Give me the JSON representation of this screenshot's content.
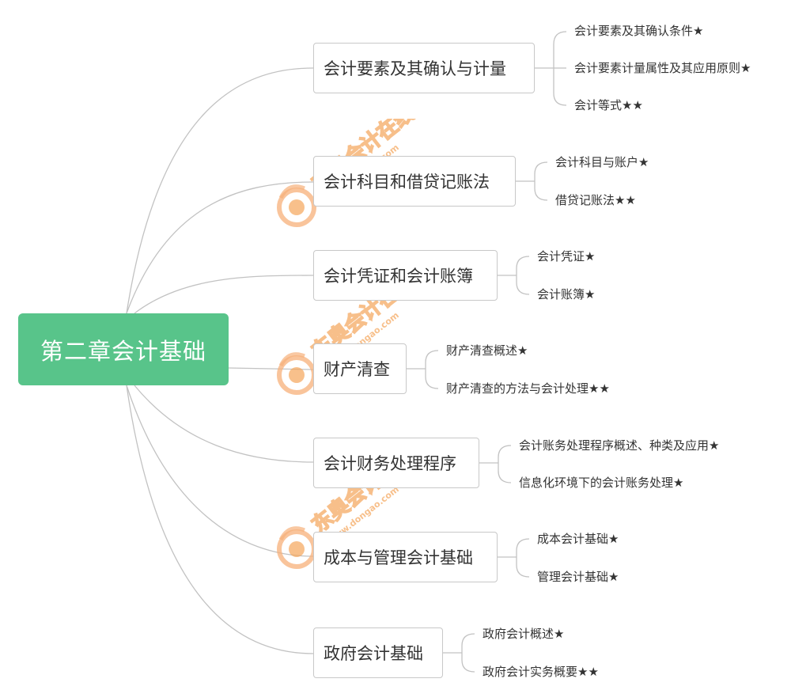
{
  "root": {
    "label": "第二章会计基础"
  },
  "topics": [
    {
      "label": "会计要素及其确认与计量",
      "subs": [
        "会计要素及其确认条件★",
        "会计要素计量属性及其应用原则★",
        "会计等式★★"
      ]
    },
    {
      "label": "会计科目和借贷记账法",
      "subs": [
        "会计科目与账户★",
        "借贷记账法★★"
      ]
    },
    {
      "label": "会计凭证和会计账簿",
      "subs": [
        "会计凭证★",
        "会计账簿★"
      ]
    },
    {
      "label": "财产清查",
      "subs": [
        "财产清查概述★",
        "财产清查的方法与会计处理★★"
      ]
    },
    {
      "label": "会计财务处理程序",
      "subs": [
        "会计账务处理程序概述、种类及应用★",
        "信息化环境下的会计账务处理★"
      ]
    },
    {
      "label": "成本与管理会计基础",
      "subs": [
        "成本会计基础★",
        "管理会计基础★"
      ]
    },
    {
      "label": "政府会计基础",
      "subs": [
        "政府会计概述★",
        "政府会计实务概要★★"
      ]
    }
  ],
  "watermark": {
    "cn": "东奥会计在线",
    "url": "www.dongao.com"
  },
  "colors": {
    "root_fill": "#58c48a",
    "line": "#c2c2c2",
    "watermark": "#f5a55a"
  }
}
